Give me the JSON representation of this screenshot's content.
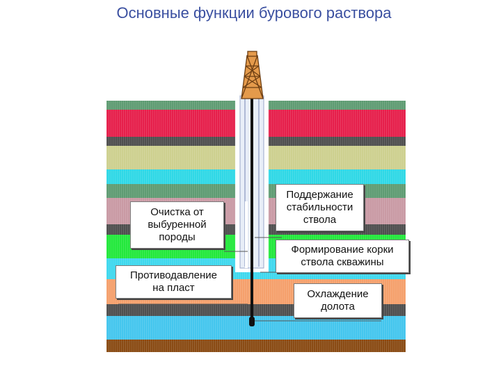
{
  "title": "Основные функции бурового раствора",
  "layer_colors": [
    "#5f9c73",
    "#e61f4b",
    "#4f4f4f",
    "#cdd08f",
    "#2fd8e6",
    "#5f9c73",
    "#c99aa4",
    "#4f4f4f",
    "#23e83c",
    "#3fd8ee",
    "#f5a06c",
    "#4f4f4f",
    "#44c6ee",
    "#8a4b14"
  ],
  "labels": {
    "cleaning": "Очистка от\nвыбуренной\nпороды",
    "backpressure": "Противодавление\nна пласт",
    "stability": "Поддержание\nстабильности\nствола",
    "filter_cake": "Формирование корки\nствола скважины",
    "cooling": "Охлаждение\nдолота"
  }
}
